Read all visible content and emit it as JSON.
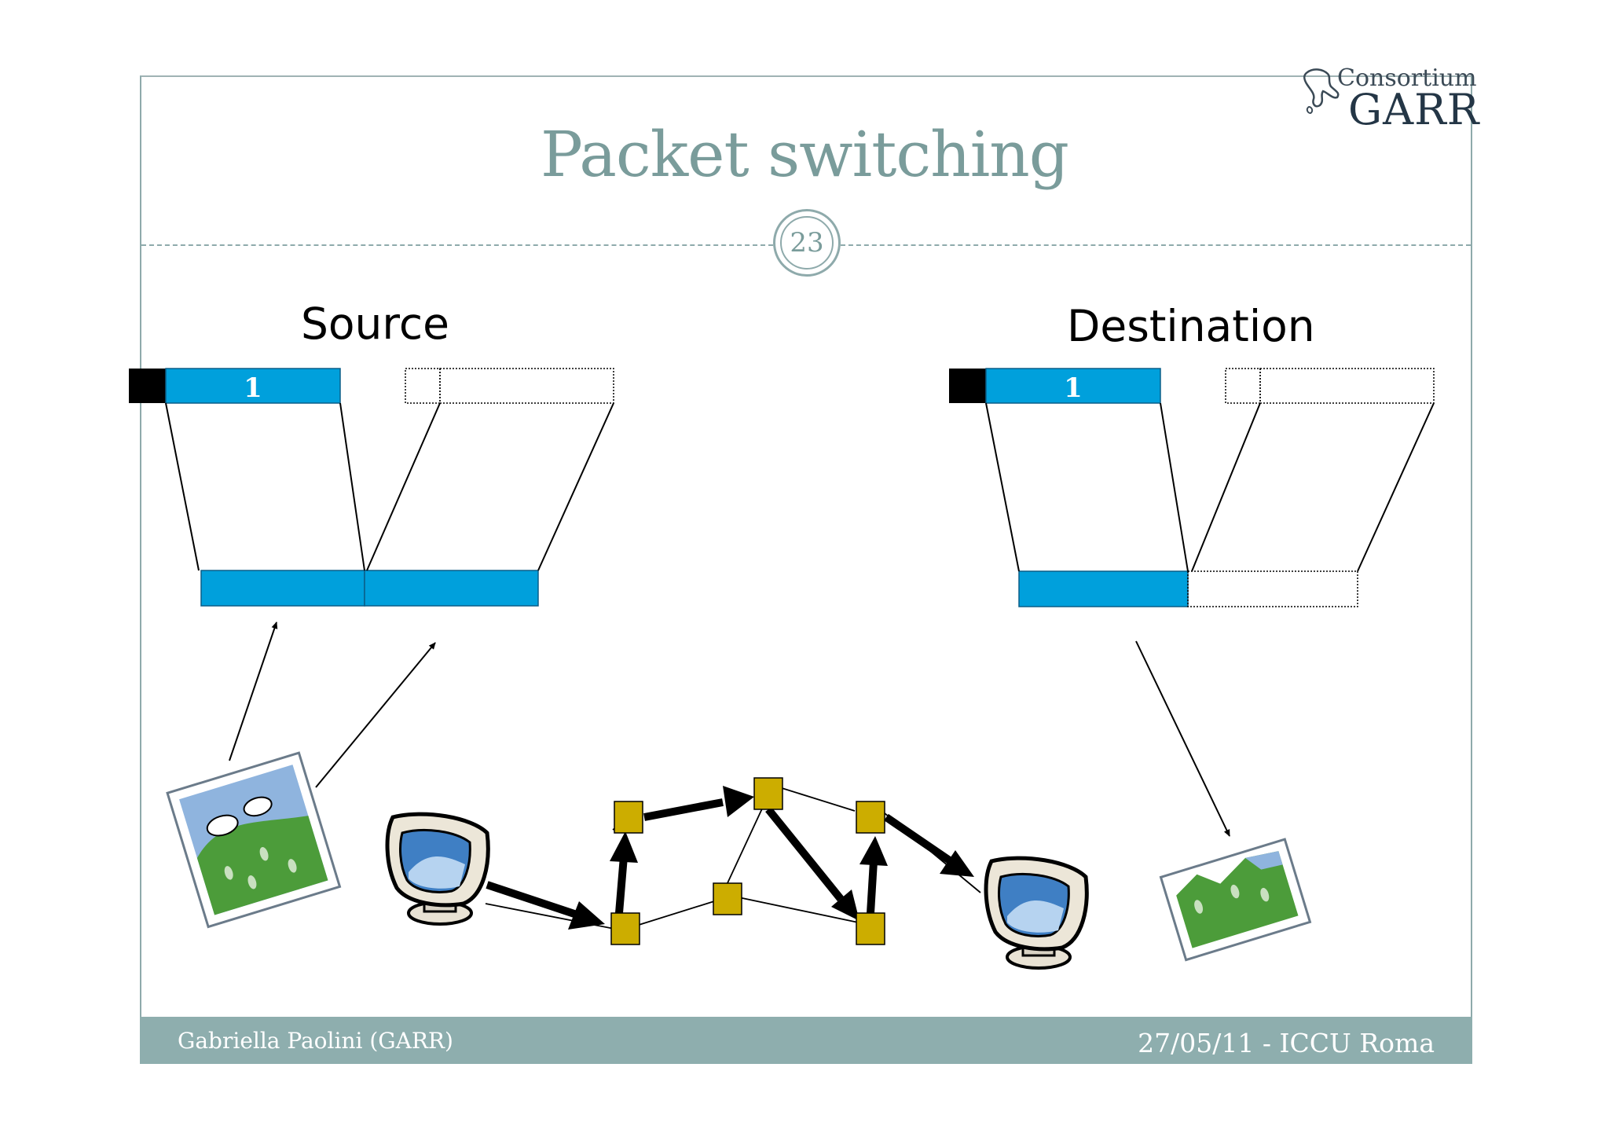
{
  "slide": {
    "title": "Packet switching",
    "page_number": "23",
    "logo": {
      "line1": "Consortium",
      "line2": "GARR"
    },
    "labels": {
      "source": "Source",
      "destination": "Destination"
    },
    "packet_number": "1",
    "footer": {
      "author": "Gabriella Paolini (GARR)",
      "date_place": "27/05/11 - ICCU Roma"
    },
    "colors": {
      "accent": "#7a9c9b",
      "packet": "#00a0dc",
      "header": "#000000",
      "router": "#ccad00",
      "footer_bg": "#8eaeae"
    }
  }
}
